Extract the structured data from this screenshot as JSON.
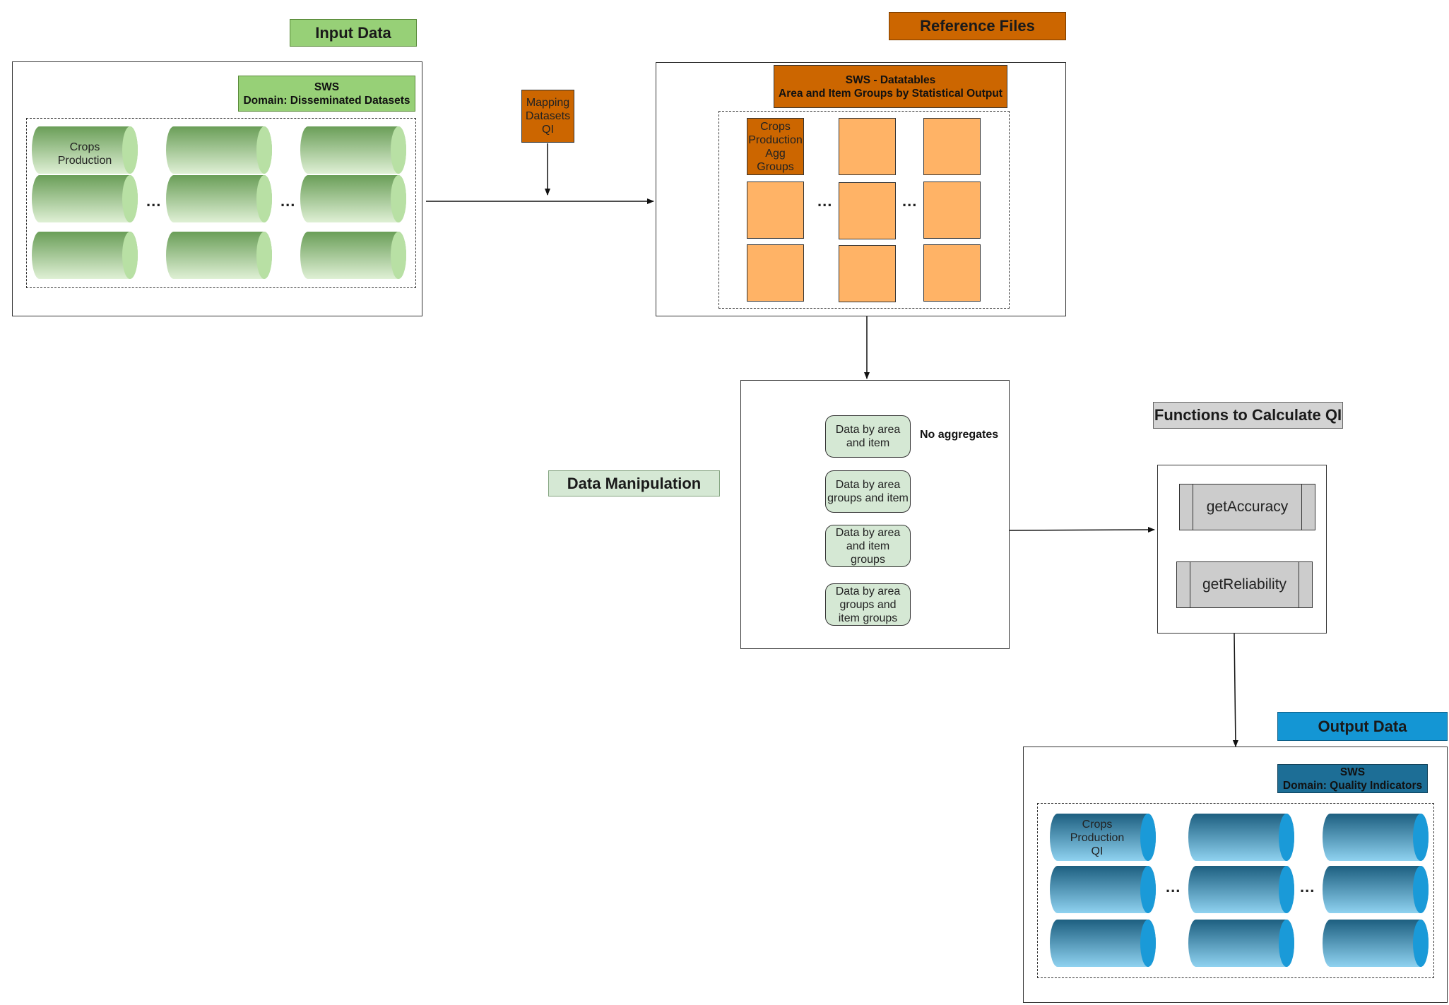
{
  "sections": {
    "input": {
      "title": "Input Data",
      "domain_line1": "SWS",
      "domain_line2": "Domain: Disseminated Datasets",
      "first_db": [
        "Crops",
        "Production"
      ]
    },
    "mapping": {
      "lines": [
        "Mapping",
        "Datasets",
        "QI"
      ]
    },
    "reference": {
      "title": "Reference Files",
      "domain_line1": "SWS - Datatables",
      "domain_line2": "Area and Item Groups by Statistical Output",
      "first_table": [
        "Crops",
        "Production",
        "Agg",
        "Groups"
      ]
    },
    "manipulation": {
      "title": "Data Manipulation",
      "steps": [
        [
          "Data by area",
          "and item"
        ],
        [
          "Data by area",
          "groups and item"
        ],
        [
          "Data by area",
          "and  item",
          "groups"
        ],
        [
          "Data by area",
          "groups and",
          "item groups"
        ]
      ],
      "note": "No aggregates"
    },
    "functions": {
      "title": "Functions to Calculate QI",
      "items": [
        "getAccuracy",
        "getReliability"
      ]
    },
    "output": {
      "title": "Output Data",
      "domain_line1": "SWS",
      "domain_line2": "Domain: Quality Indicators",
      "first_db": [
        "Crops",
        "Production",
        "QI"
      ]
    }
  },
  "ellipsis": "...",
  "colors": {
    "green": "#97d077",
    "orange": "#cc6600",
    "light_orange": "#ffb366",
    "light_green": "#d5e8d4",
    "gray": "#cccccc",
    "blue": "#1496d4"
  }
}
